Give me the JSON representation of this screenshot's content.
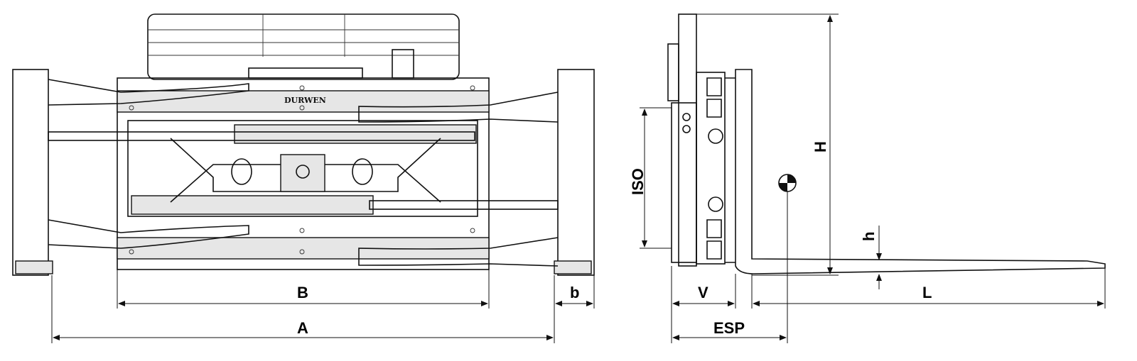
{
  "labels": {
    "A": "A",
    "B": "B",
    "b": "b",
    "ISO": "ISO",
    "H": "H",
    "h": "h",
    "V": "V",
    "ESP": "ESP",
    "L": "L"
  },
  "logo": "Durwen"
}
